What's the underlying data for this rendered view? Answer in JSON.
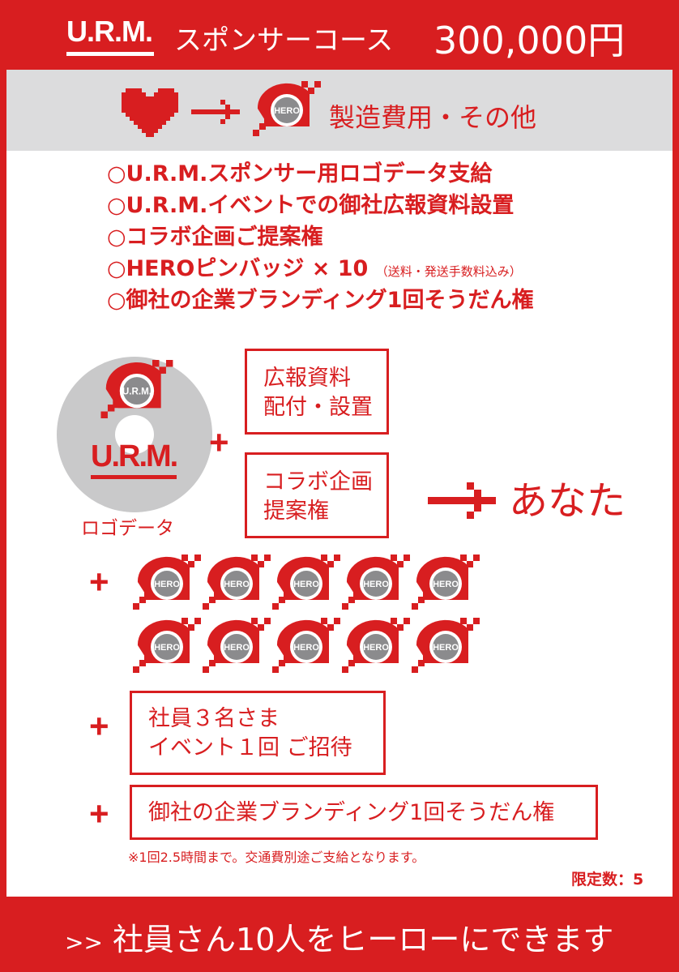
{
  "header": {
    "logo": "U.R.M.",
    "course": "スポンサーコース",
    "price": "300,000円"
  },
  "cost": {
    "label": "製造費用・その他",
    "heart_icon": "pixel-heart-icon",
    "arrow_icon": "pixel-arrow-icon",
    "hero_badge_text": "HERO"
  },
  "benefits": [
    "○U.R.M.スポンサー用ロゴデータ支給",
    "○U.R.M.イベントでの御社広報資料設置",
    "○コラボ企画ご提案権",
    "○HEROピンバッジ × 10",
    "○御社の企業ブランディング1回そうだん権"
  ],
  "benefit_note": "（送料・発送手数料込み）",
  "diagram": {
    "logo_data_label": "ロゴデータ",
    "disc_logo": "U.R.M.",
    "box1_line1": "広報資料",
    "box1_line2": "配付・設置",
    "box2_line1": "コラボ企画",
    "box2_line2": "提案権",
    "result": "あなた",
    "plus": "+",
    "box3_line1": "社員３名さま",
    "box3_line2": "イベント１回 ご招待",
    "box4": "御社の企業ブランディング1回そうだん権"
  },
  "note": "※1回2.5時間まで。交通費別途ご支給となります。",
  "limit": "限定数：5",
  "footer": {
    "arrow": ">>",
    "text": "社員さん10人をヒーローにできます"
  },
  "colors": {
    "brand_red": "#d81e20",
    "gray": "#dcdcdd"
  }
}
